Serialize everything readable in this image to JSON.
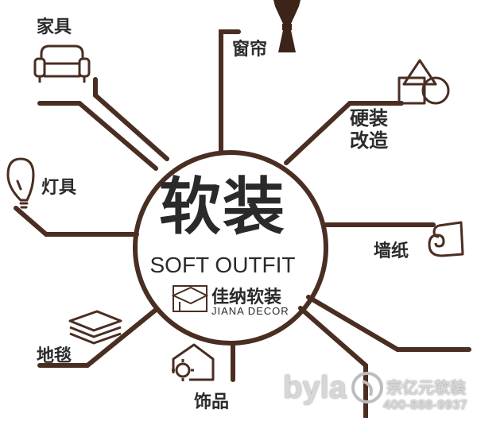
{
  "center": {
    "title": "软装",
    "subtitle": "SOFT OUTFIT",
    "brand_cn": "佳纳软装",
    "brand_en": "JIANA DECOR"
  },
  "labels": {
    "furniture": "家具",
    "curtain": "窗帘",
    "hard_line1": "硬装",
    "hard_line2": "改造",
    "lamp": "灯具",
    "wallpaper": "墙纸",
    "carpet": "地毯",
    "decor": "饰品"
  },
  "watermark": {
    "brand": "byla",
    "cn": "宗亿元软装",
    "phone": "400-888-9937"
  },
  "colors": {
    "line": "#4a2e22",
    "text": "#2b2b2b"
  }
}
